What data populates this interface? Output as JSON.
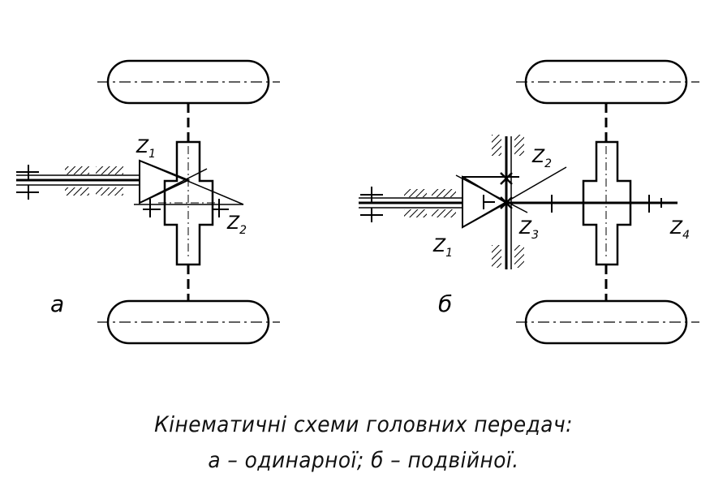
{
  "labels": {
    "a": {
      "z1": "Z",
      "z1_sub": "1",
      "z2": "Z",
      "z2_sub": "2",
      "letter": "а"
    },
    "b": {
      "z1": "Z",
      "z1_sub": "1",
      "z2": "Z",
      "z2_sub": "2",
      "z3": "Z",
      "z3_sub": "3",
      "z4": "Z",
      "z4_sub": "4",
      "letter": "б"
    }
  },
  "caption": {
    "line1": "Кінематичні схеми головних передач:",
    "line2": "а – одинарної; б – подвійної."
  }
}
